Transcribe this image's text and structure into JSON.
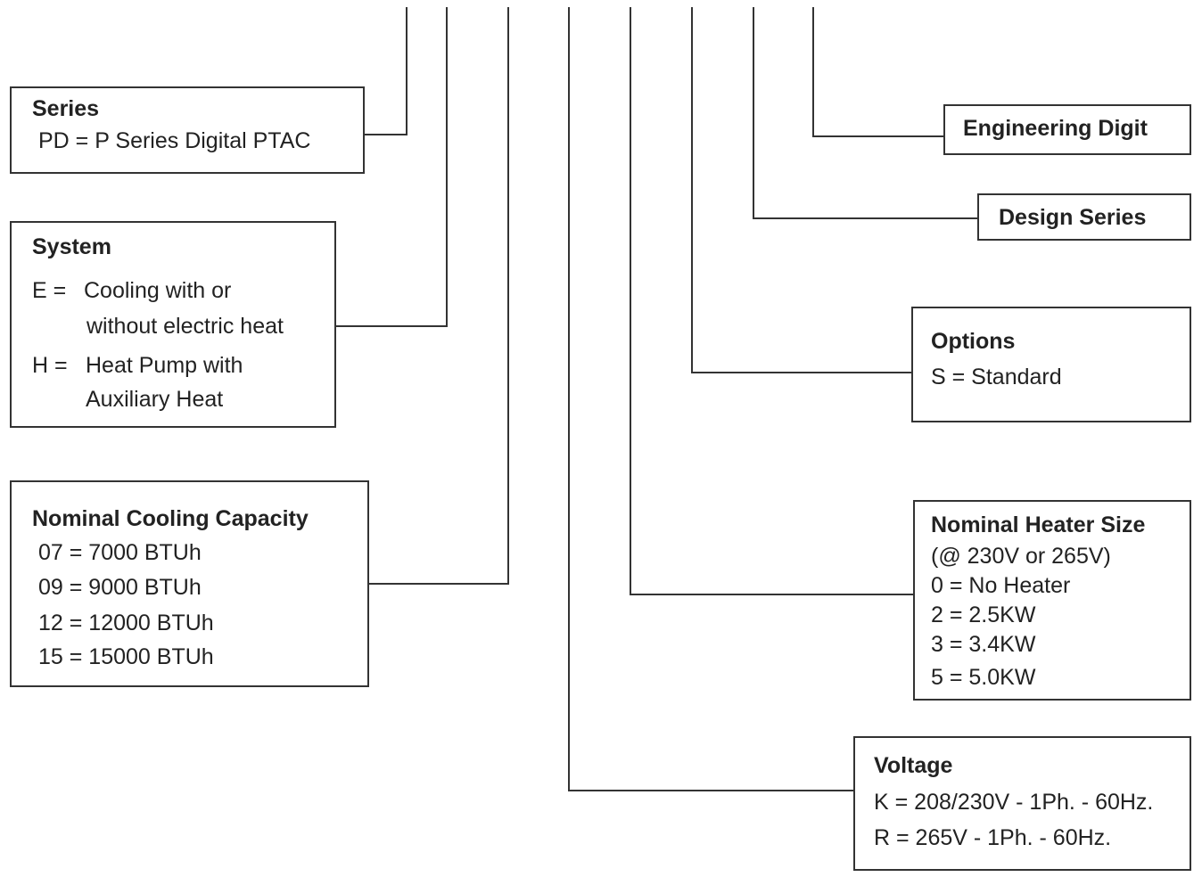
{
  "series": {
    "title": "Series",
    "line1": "PD = P Series Digital PTAC"
  },
  "system": {
    "title": "System",
    "e_code": "E =",
    "e_text1": "Cooling with or",
    "e_text2": "without electric heat",
    "h_code": "H =",
    "h_text1": "Heat Pump with",
    "h_text2": "Auxiliary Heat"
  },
  "capacity": {
    "title": "Nominal Cooling Capacity",
    "items": [
      "07 = 7000 BTUh",
      "09 = 9000 BTUh",
      "12 = 12000 BTUh",
      "15 = 15000 BTUh"
    ]
  },
  "engineering": {
    "title": "Engineering Digit"
  },
  "design": {
    "title": "Design Series"
  },
  "options": {
    "title": "Options",
    "line1": "S =  Standard"
  },
  "heater": {
    "title": "Nominal Heater Size",
    "note": "(@ 230V or 265V)",
    "items": [
      "0 = No Heater",
      "2 = 2.5KW",
      "3 = 3.4KW",
      "5 = 5.0KW"
    ]
  },
  "voltage": {
    "title": "Voltage",
    "items": [
      "K = 208/230V - 1Ph. - 60Hz.",
      "R = 265V - 1Ph. - 60Hz."
    ]
  },
  "colors": {
    "line": "#333333",
    "text": "#222222"
  }
}
